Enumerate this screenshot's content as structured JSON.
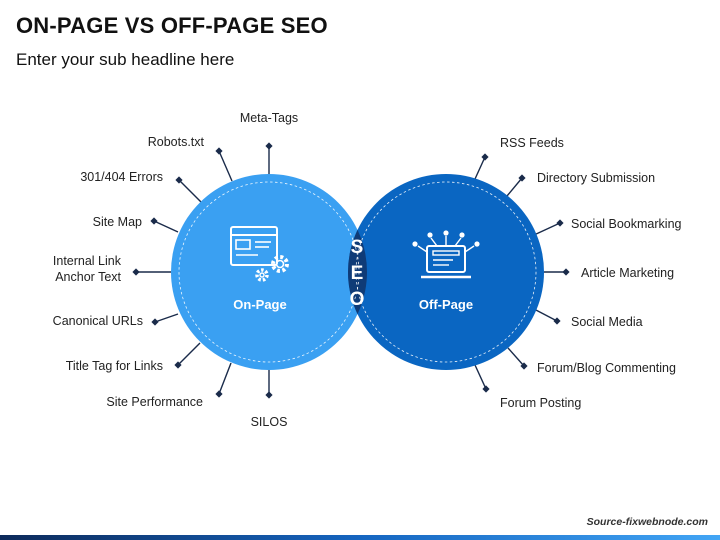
{
  "header": {
    "title": "ON-PAGE VS OFF-PAGE SEO",
    "subtitle": "Enter your sub headline here"
  },
  "diagram": {
    "left_circle_label": "On-Page",
    "right_circle_label": "Off-Page",
    "center_letters": [
      "S",
      "E",
      "O"
    ],
    "left_items": [
      "Meta-Tags",
      "Robots.txt",
      "301/404 Errors",
      "Site Map",
      "Internal Link\nAnchor Text",
      "Canonical URLs",
      "Title Tag for Links",
      "Site Performance",
      "SILOS"
    ],
    "right_items": [
      "RSS Feeds",
      "Directory Submission",
      "Social Bookmarking",
      "Article Marketing",
      "Social Media",
      "Forum/Blog Commenting",
      "Forum Posting"
    ],
    "colors": {
      "left_circle": "#3aa0f2",
      "right_circle": "#0a66c2",
      "overlap": "#0f3b77",
      "connector": "#1a2b4a"
    },
    "icons": [
      "web-settings-icon",
      "monitor-network-icon"
    ]
  },
  "footer": {
    "source": "Source-fixwebnode.com"
  }
}
